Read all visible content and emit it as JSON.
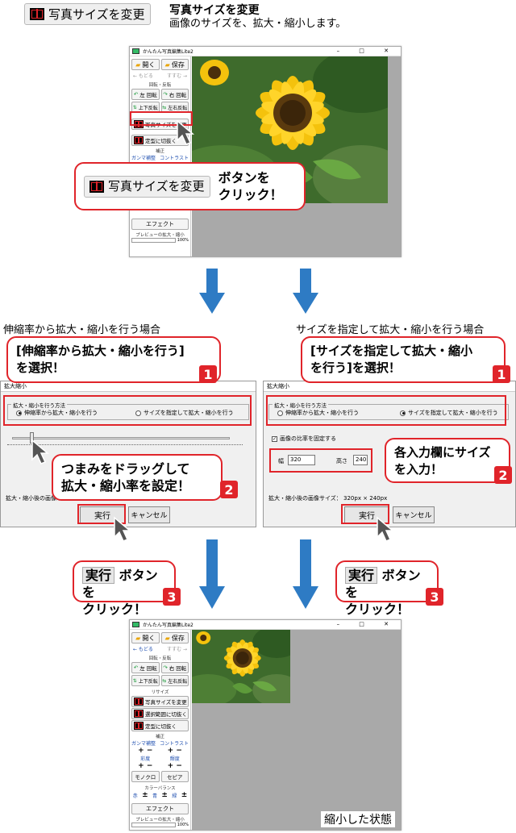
{
  "header": {
    "button_label": "写真サイズを変更",
    "title": "写真サイズを変更",
    "description": "画像のサイズを、拡大・縮小します。"
  },
  "app": {
    "title": "かんたん写真編集Lite2",
    "open": "開く",
    "save": "保存",
    "back": "← もどる",
    "forward": "すすむ →",
    "rotate_section": "回転・反転",
    "rotate_left": "左 回転",
    "rotate_right": "右 回転",
    "flip_v": "上下反転",
    "flip_h": "左右反転",
    "resize_section": "リサイズ",
    "resize": "写真サイズを変更",
    "crop_selection": "選択範囲に切抜く",
    "crop_fixed": "定型に切抜く",
    "adjust_section": "補正",
    "gamma": "ガンマ補整",
    "contrast": "コントラスト",
    "saturation": "彩度",
    "brightness": "輝度",
    "mono": "モノクロ",
    "sepia": "セピア",
    "color_balance": "カラーバランス",
    "red": "赤",
    "green": "青",
    "blue": "緑",
    "effect": "エフェクト",
    "preview_zoom": "プレビューの拡大・縮小",
    "zoom_value": "100%"
  },
  "step1_callout": {
    "button_label": "写真サイズを変更",
    "text": "ボタンを\nクリック！"
  },
  "left_column": {
    "caption": "伸縮率から拡大・縮小を行う場合",
    "callout": "[伸縮率から拡大・縮小を行う]\nを選択！",
    "badge1": "1",
    "callout2": "つまみをドラッグして\n拡大・縮小率を設定！",
    "badge2": "2",
    "size_label": "拡大・縮小後の画像サイズ：",
    "exec_callout_button": "実行",
    "exec_callout_text": "ボタンを\nクリック！",
    "badge3": "3"
  },
  "right_column": {
    "caption": "サイズを指定して拡大・縮小を行う場合",
    "callout": "[サイズを指定して拡大・縮小\nを行う]を選択！",
    "badge1": "1",
    "callout2": "各入力欄にサイズ\nを入力！",
    "badge2": "2",
    "keep_ratio": "画像の比率を固定する",
    "width_label": "幅",
    "width_value": "320",
    "height_label": "高さ",
    "height_value": "240",
    "size_label": "拡大・縮小後の画像サイズ：  320px × 240px",
    "exec_callout_button": "実行",
    "exec_callout_text": "ボタンを\nクリック！",
    "badge3": "3"
  },
  "dialog": {
    "title": "拡大縮小",
    "group_label": "拡大・縮小を行う方法",
    "option_ratio": "伸縮率から拡大・縮小を行う",
    "option_size": "サイズを指定して拡大・縮小を行う",
    "exec": "実行",
    "cancel": "キャンセル"
  },
  "result_caption": "縮小した状態",
  "colors": {
    "accent_red": "#e0242a",
    "arrow_blue": "#2e7bc4",
    "canvas_gray": "#a9a9a9"
  }
}
